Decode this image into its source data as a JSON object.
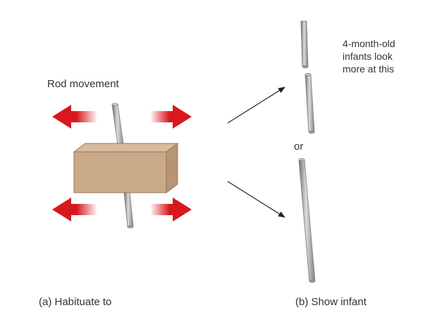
{
  "habituation": {
    "rod_label": "Rod movement",
    "caption": "(a) Habituate to"
  },
  "test": {
    "caption": "(b) Show infant",
    "or_label": "or",
    "note_lines": [
      "4-month-old",
      "infants look",
      "more at this"
    ]
  },
  "colors": {
    "arrow_red": "#d7191f",
    "box_fill": "#c8a988",
    "box_top": "#d6bb9c",
    "box_side": "#b89572",
    "box_edge": "#9b7553",
    "rod_gray": "#a9abad",
    "text": "#333333"
  }
}
